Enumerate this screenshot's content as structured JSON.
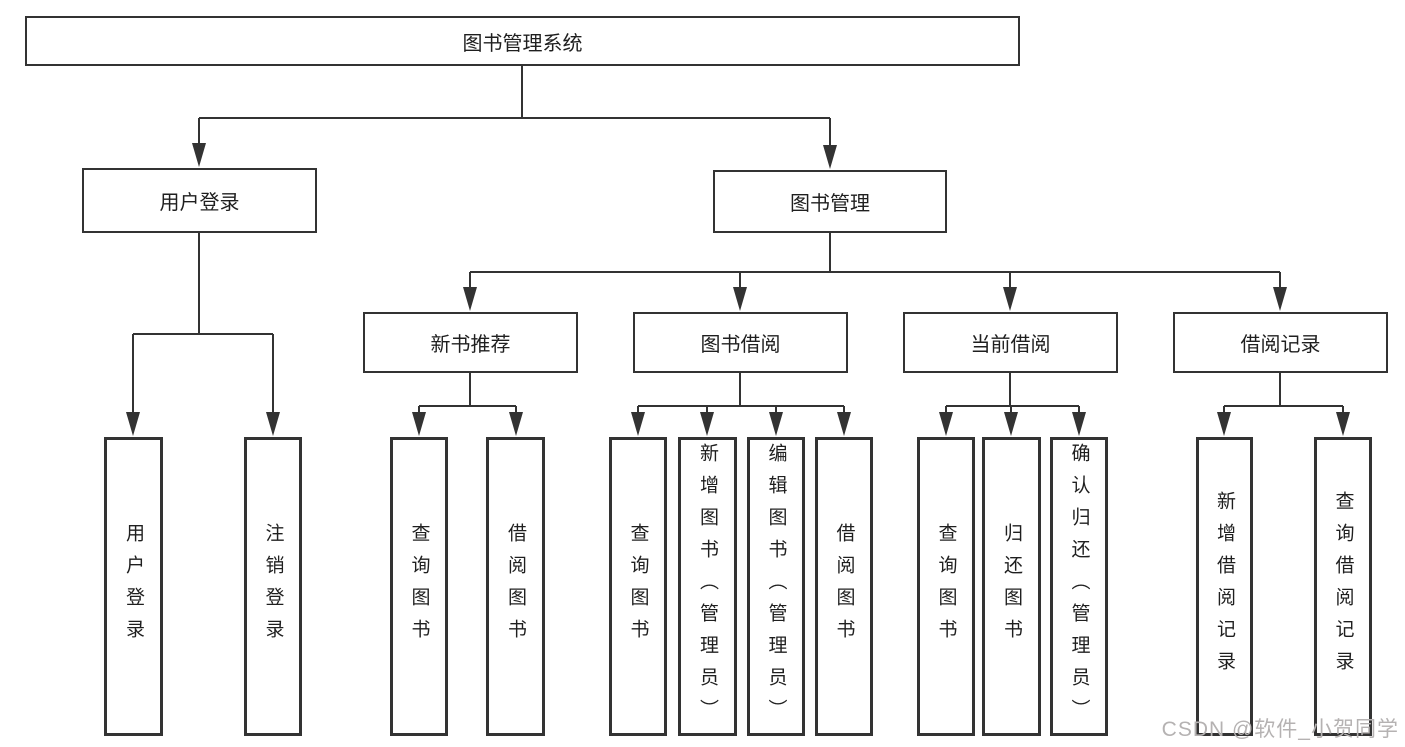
{
  "tree": {
    "root": {
      "label": "图书管理系统",
      "children": [
        {
          "label": "用户登录",
          "children": [
            {
              "label": "用户登录"
            },
            {
              "label": "注销登录"
            }
          ]
        },
        {
          "label": "图书管理",
          "children": [
            {
              "label": "新书推荐",
              "children": [
                {
                  "label": "查询图书"
                },
                {
                  "label": "借阅图书"
                }
              ]
            },
            {
              "label": "图书借阅",
              "children": [
                {
                  "label": "查询图书"
                },
                {
                  "label": "新增图书（管理员）"
                },
                {
                  "label": "编辑图书（管理员）"
                },
                {
                  "label": "借阅图书"
                }
              ]
            },
            {
              "label": "当前借阅",
              "children": [
                {
                  "label": "查询图书"
                },
                {
                  "label": "归还图书"
                },
                {
                  "label": "确认归还（管理员）"
                }
              ]
            },
            {
              "label": "借阅记录",
              "children": [
                {
                  "label": "新增借阅记录"
                },
                {
                  "label": "查询借阅记录"
                }
              ]
            }
          ]
        }
      ]
    }
  },
  "watermark": {
    "text": "CSDN @软件_小贺同学"
  },
  "colors": {
    "line": "#333333",
    "text": "#1f1f1f",
    "background": "#ffffff",
    "watermark": "#b5b2b2"
  }
}
